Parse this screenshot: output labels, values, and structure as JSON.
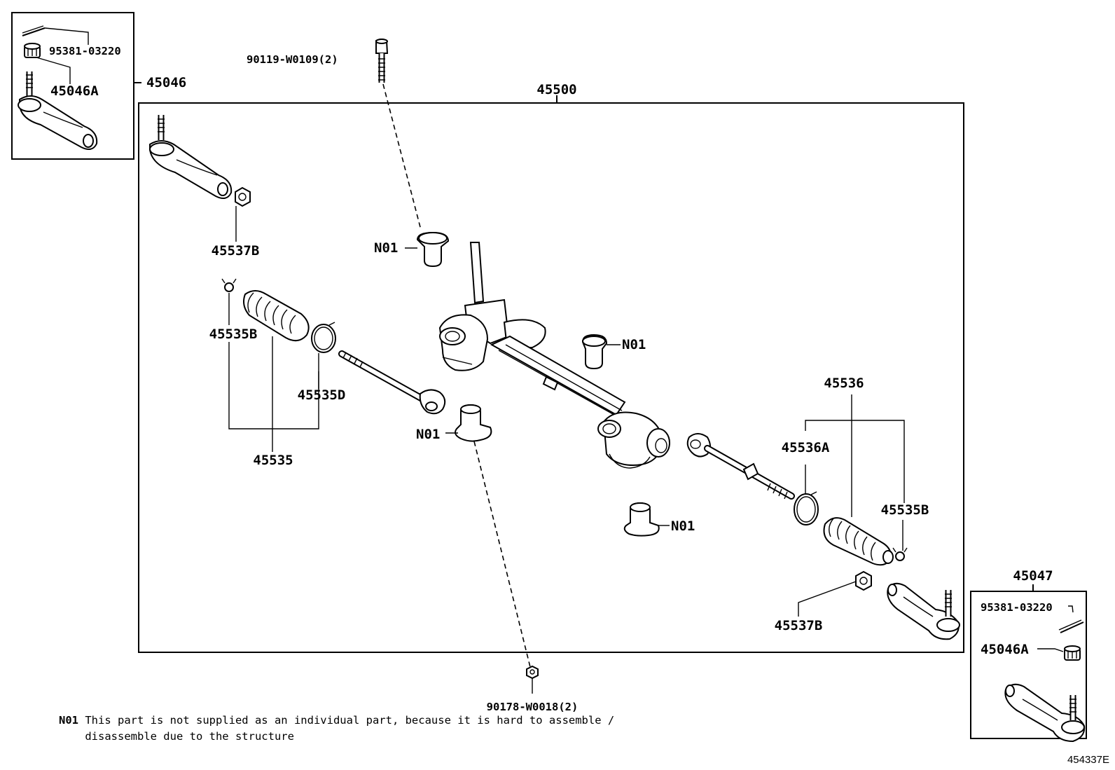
{
  "groups": {
    "rack_assembly": "45500",
    "tie_rod_end_lh": "45046",
    "tie_rod_end_rh": "45047"
  },
  "labels": {
    "bolt_top": "90119-W0109(2)",
    "nut_bottom": "90178-W0018(2)",
    "cotter_pin_lh": "95381-03220",
    "nut_lh": "45046A",
    "cotter_pin_rh": "95381-03220",
    "nut_rh": "45046A",
    "lock_nut_lh": "45537B",
    "lock_nut_rh": "45537B",
    "clip_lh": "45535B",
    "clip_rh": "45535B",
    "clamp_lh": "45535D",
    "boot_kit_lh": "45535",
    "boot_kit_rh": "45536",
    "clamp_rh": "45536A",
    "bushing_1": "N01",
    "bushing_2": "N01",
    "bushing_3": "N01",
    "bushing_4": "N01"
  },
  "footnote": {
    "code": "N01",
    "line1": "This part is not supplied as an individual part, because it is hard to assemble /",
    "line2": "disassemble due to the structure"
  },
  "illustration_number": "454337E"
}
